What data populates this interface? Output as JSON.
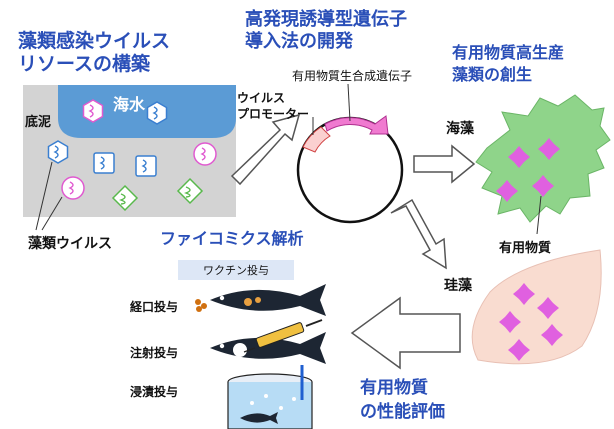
{
  "colors": {
    "heading_blue": "#2a4fb8",
    "sea_blue": "#5b9bd5",
    "sediment_gray": "#d3d3d3",
    "seaweed_green": "#8fd48a",
    "diatom_pink": "#f9dcd0",
    "product_magenta": "#e060e0",
    "arrow_outline": "#555555"
  },
  "sections": {
    "virus_resource": {
      "line1": "藻類感染ウイルス",
      "line2": "リソースの構築"
    },
    "gene_introduction": {
      "line1": "高発現誘導型遺伝子",
      "line2": "導入法の開発"
    },
    "algae_creation": {
      "line1": "有用物質高生産",
      "line2": "藻類の創生"
    },
    "phycomics": {
      "label": "ファイコミクス解析"
    },
    "evaluation": {
      "line1": "有用物質",
      "line2": "の性能評価"
    }
  },
  "environment": {
    "seawater": "海水",
    "sediment": "底泥",
    "algal_virus": "藻類ウイルス"
  },
  "plasmid": {
    "gene_label": "有用物質生合成遺伝子",
    "promoter_line1": "ウイルス",
    "promoter_line2": "プロモーター"
  },
  "organisms": {
    "seaweed": "海藻",
    "diatom": "珪藻",
    "useful_substance": "有用物質"
  },
  "vaccine": {
    "title": "ワクチン投与",
    "methods": [
      "経口投与",
      "注射投与",
      "浸漬投与"
    ]
  }
}
